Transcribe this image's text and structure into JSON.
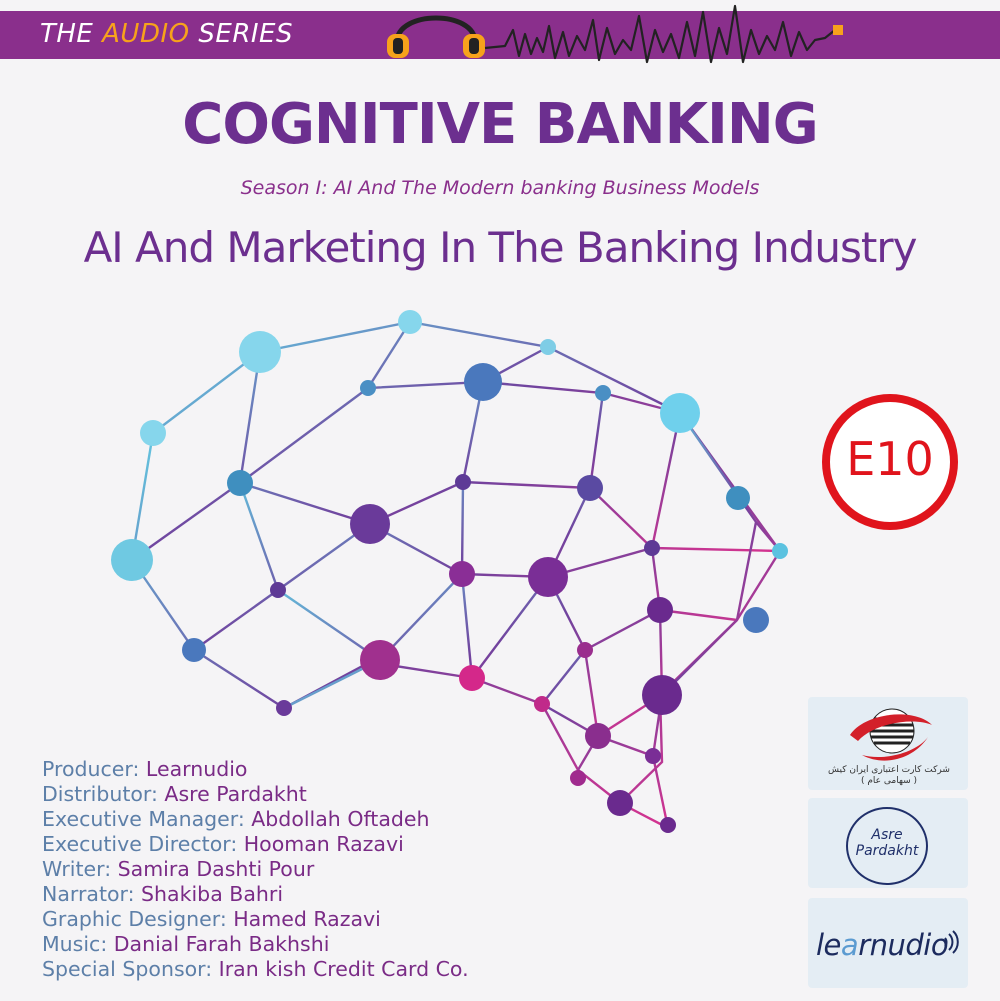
{
  "header": {
    "series_prefix": "THE",
    "series_accent": "AUDIO",
    "series_suffix": "SERIES"
  },
  "title": "COGNITIVE BANKING",
  "season": "Season Ⅰ: AI And The Modern banking Business Models",
  "episode_title": "AI And Marketing In The Banking Industry",
  "episode_badge": "E10",
  "credits": [
    {
      "label": "Producer:",
      "value": "Learnudio"
    },
    {
      "label": "Distributor:",
      "value": "Asre Pardakht"
    },
    {
      "label": "Executive Manager:",
      "value": "Abdollah Oftadeh"
    },
    {
      "label": "Executive Director:",
      "value": "Hooman Razavi"
    },
    {
      "label": "Writer:",
      "value": " Samira Dashti Pour"
    },
    {
      "label": "Narrator:",
      "value": "Shakiba Bahri"
    },
    {
      "label": "Graphic Designer:",
      "value": "Hamed Razavi"
    },
    {
      "label": "Music:",
      "value": "Danial Farah Bakhshi"
    },
    {
      "label": "Special Sponsor:",
      "value": "Iran kish Credit Card Co."
    }
  ],
  "logos": {
    "sponsor_caption_line1": "شرکت کارت اعتباری ایران کیش",
    "sponsor_caption_line2": "( سهامی عام )",
    "asre_line1": "Asre",
    "asre_line2": "Pardakht",
    "learnudio_pre": "le",
    "learnudio_accent": "a",
    "learnudio_post": "rnudio"
  },
  "colors": {
    "purple_dark": "#6c2f8f",
    "purple_bar": "#8a2f8c",
    "orange_accent": "#f7a21b",
    "badge_red": "#e0141c",
    "credit_label": "#5d7fa8",
    "credit_value": "#7a2b86"
  },
  "icons": [
    "headphones-icon",
    "sound-wave-icon",
    "brain-network-illustration",
    "iran-kish-logo",
    "asre-pardakht-logo",
    "learnudio-logo"
  ]
}
